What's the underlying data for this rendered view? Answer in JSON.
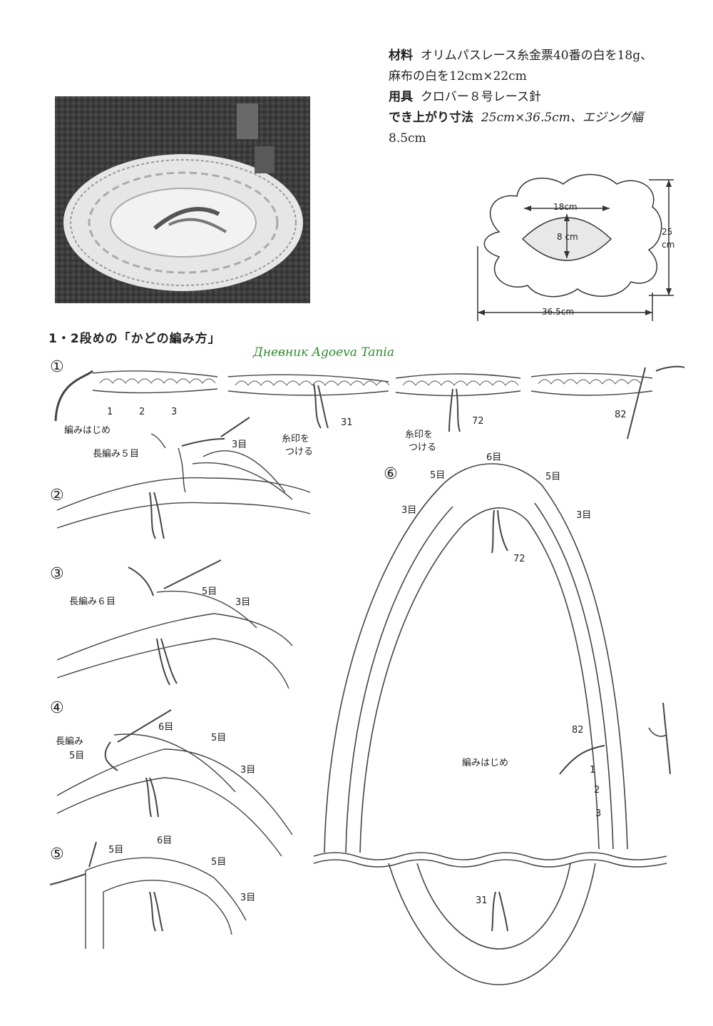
{
  "materials": {
    "line1_label": "材料",
    "line1_text": "オリムパスレース糸金票40番の白を18g、",
    "line2_text": "麻布の白を12cm×22cm",
    "line3_label": "用具",
    "line3_text": "クロバー８号レース針",
    "line4_label": "でき上がり寸法",
    "line4_text": "25cm×36.5cm、エジング幅",
    "line5_text": "8.5cm"
  },
  "size_diagram": {
    "inner_width": "18cm",
    "inner_height": "8 cm",
    "height_num": "25",
    "height_unit": "cm",
    "width": "36.5cm"
  },
  "section_title": "1・2段めの「かどの編み方」",
  "watermark": "Дневник Agoeva Tania",
  "steps": {
    "s1": "①",
    "s2": "②",
    "s3": "③",
    "s4": "④",
    "s5": "⑤",
    "s6": "⑥"
  },
  "labels": {
    "start": "編みはじめ",
    "n1": "1",
    "n2": "2",
    "n3": "3",
    "n31": "31",
    "n72": "72",
    "n82": "82",
    "mark_a1": "糸印を",
    "mark_a2": "つける",
    "mark_b1": "糸印を",
    "mark_b2": "つける",
    "s2_dc": "長編み５目",
    "s2_3": "3目",
    "s3_dc": "長編み６目",
    "s3_5": "5目",
    "s3_3": "3目",
    "s4_dc1": "長編み",
    "s4_dc2": "5目",
    "s4_6": "6目",
    "s4_5": "5目",
    "s4_3": "3目",
    "s5_5a": "5目",
    "s5_6": "6目",
    "s5_5b": "5目",
    "s5_3": "3目",
    "s6_6": "6目",
    "s6_5a": "5目",
    "s6_5b": "5目",
    "s6_3a": "3目",
    "s6_3b": "3目",
    "s6_72": "72",
    "s6_82": "82",
    "s6_start": "編みはじめ",
    "s6_1": "1",
    "s6_2": "2",
    "s6_3": "3",
    "s6_31": "31"
  }
}
